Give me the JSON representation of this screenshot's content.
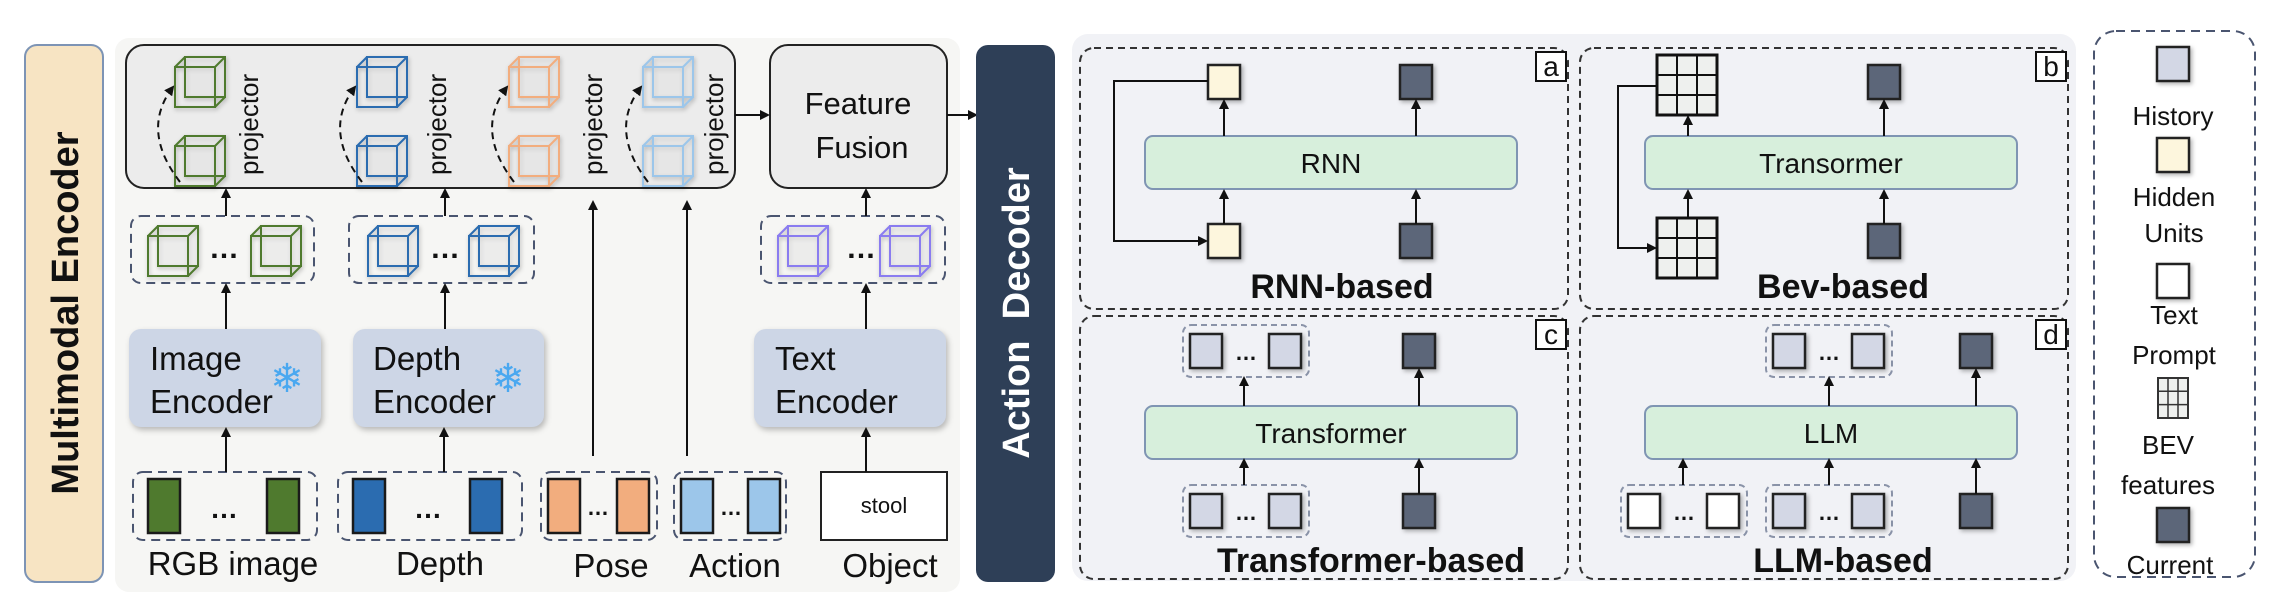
{
  "encoder": {
    "title": "Multimodal Encoder",
    "projector_label": "projector",
    "feature_fusion": [
      "Feature",
      "Fusion"
    ],
    "image_encoder": [
      "Image",
      "Encoder"
    ],
    "depth_encoder": [
      "Depth",
      "Encoder"
    ],
    "text_encoder": [
      "Text",
      "Encoder"
    ],
    "object_value": "stool",
    "dots": "…",
    "inputs": [
      "RGB image",
      "Depth",
      "Pose",
      "Action",
      "Object"
    ],
    "frozen_icon": "snowflake-icon"
  },
  "decoder": {
    "title": "Action Decoder",
    "panels": [
      {
        "letter": "a",
        "module": "RNN",
        "label": "RNN-based"
      },
      {
        "letter": "b",
        "module": "Transormer",
        "label": "Bev-based"
      },
      {
        "letter": "c",
        "module": "Transformer",
        "label": "Transformer-based"
      },
      {
        "letter": "d",
        "module": "LLM",
        "label": "LLM-based"
      }
    ]
  },
  "legend": {
    "history": "History",
    "hidden": [
      "Hidden",
      "Units"
    ],
    "text": [
      "Text",
      "Prompt"
    ],
    "bev": [
      "BEV",
      "features"
    ],
    "current": "Current"
  },
  "colors": {
    "rgb": "#4f7a2e",
    "depth": "#2b6cb0",
    "pose": "#f2ad7e",
    "action": "#9cc6ea",
    "text_feat": "#8a7cf0",
    "decoder_bg": "#2e3f57",
    "encoder_label_bg": "#f7e4c3",
    "module_green": "#d7efdc",
    "history": "#d3d7e5",
    "hidden": "#fdf6dd",
    "current": "#5c6679"
  }
}
